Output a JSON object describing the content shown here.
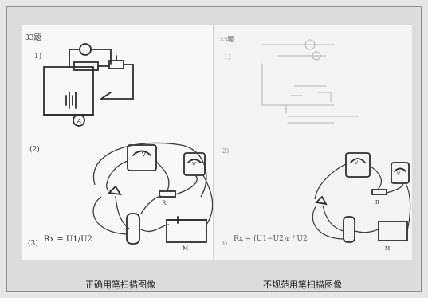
{
  "left_panel": {
    "heading": "33题",
    "part1_mark": "1)",
    "part2_mark": "(2)",
    "part3_mark": "(3)",
    "formula": "Rx = U1/U2",
    "meter_V": "V",
    "meter_A": "A",
    "meter_V2": "V",
    "label_R": "R",
    "label_M": "M"
  },
  "right_panel": {
    "heading": "33题",
    "part1_mark": "1)",
    "part2_mark": "2)",
    "part3_mark": "3)",
    "formula": "Rx = (U1−U2)r / U2",
    "meter_V": "V",
    "meter_V2": "V",
    "label_R": "R",
    "label_M": "M"
  },
  "captions": {
    "left": "正确用笔扫描图像",
    "right": "不规范用笔扫描图像"
  },
  "colors": {
    "ink_dark": "#2e2e2e",
    "ink_light": "#9a9a9a",
    "paper": "#f7f7f7",
    "frame_bg": "#dcdcdc"
  }
}
